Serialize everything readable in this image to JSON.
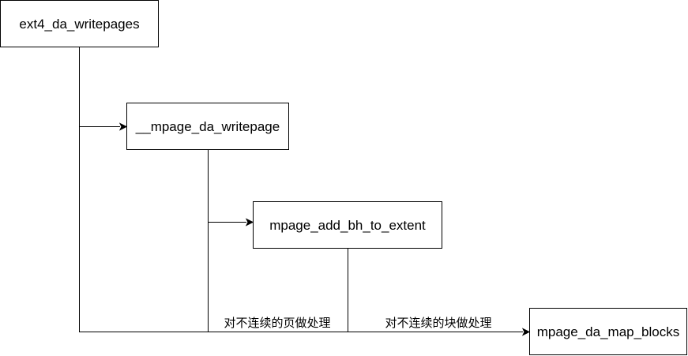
{
  "diagram": {
    "nodes": {
      "ext4_da_writepages": "ext4_da_writepages",
      "mpage_da_writepage": "__mpage_da_writepage",
      "mpage_add_bh_to_extent": "mpage_add_bh_to_extent",
      "mpage_da_map_blocks": "mpage_da_map_blocks"
    },
    "edge_labels": {
      "pages": "对不连续的页做处理",
      "blocks": "对不连续的块做处理"
    }
  }
}
